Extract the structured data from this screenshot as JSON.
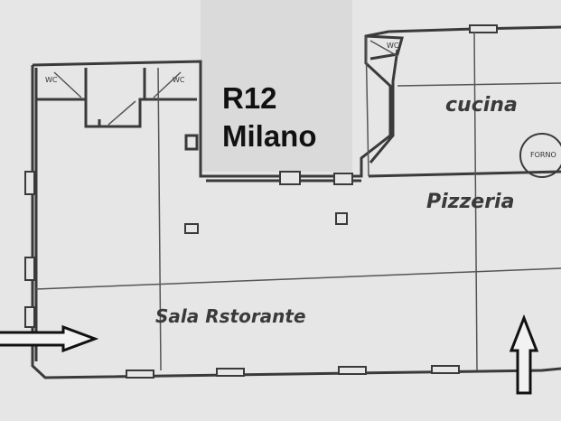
{
  "title": {
    "code": "R12",
    "city": "Milano"
  },
  "rooms": {
    "kitchen": "cucina",
    "pizzeria": "Pizzeria",
    "dining": "Sala Rstorante",
    "oven": "FORNO",
    "wc_left": "WC",
    "wc_middle": "WC",
    "wc_kitchen": "WC"
  },
  "arrows": {
    "left_entrance": "right-arrow",
    "bottom_entrance": "up-arrow"
  },
  "colors": {
    "wall": "#3a3a3a",
    "paper": "#e4e4e4",
    "text": "#111111"
  }
}
